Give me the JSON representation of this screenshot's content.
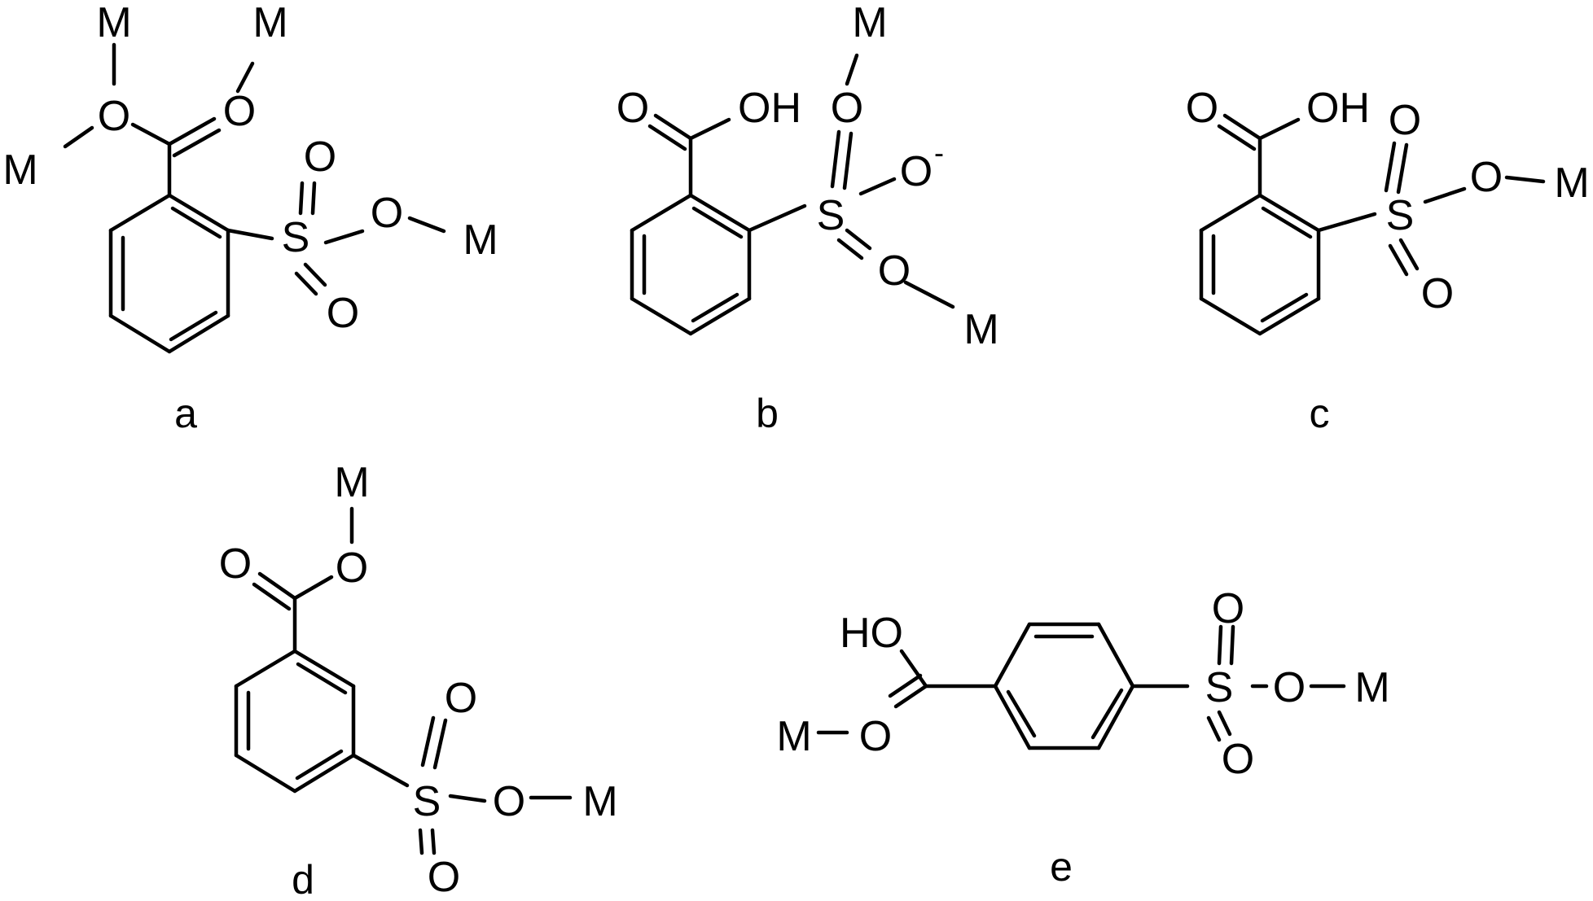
{
  "structures": [
    {
      "caption": "a",
      "atoms": {
        "M1": "M",
        "M2": "M",
        "M3": "M",
        "M4": "M",
        "O1": "O",
        "O2": "O",
        "S": "S",
        "O3": "O",
        "O4": "O",
        "O5": "O"
      }
    },
    {
      "caption": "b",
      "atoms": {
        "O1": "O",
        "OH": "OH",
        "M1": "M",
        "O2": "O",
        "S": "S",
        "O3": "O",
        "charge": "-",
        "O4": "O",
        "M2": "M"
      }
    },
    {
      "caption": "c",
      "atoms": {
        "O1": "O",
        "OH": "OH",
        "O2": "O",
        "S": "S",
        "O3": "O",
        "M": "M",
        "O4": "O"
      }
    },
    {
      "caption": "d",
      "atoms": {
        "M1": "M",
        "O1": "O",
        "O2": "O",
        "O3": "O",
        "S": "S",
        "O4": "O",
        "M2": "M",
        "O5": "O"
      }
    },
    {
      "caption": "e",
      "atoms": {
        "HO": "HO",
        "M1": "M",
        "O1": "O",
        "O2": "O",
        "S": "S",
        "O3": "O",
        "M2": "M",
        "O4": "O"
      }
    }
  ]
}
